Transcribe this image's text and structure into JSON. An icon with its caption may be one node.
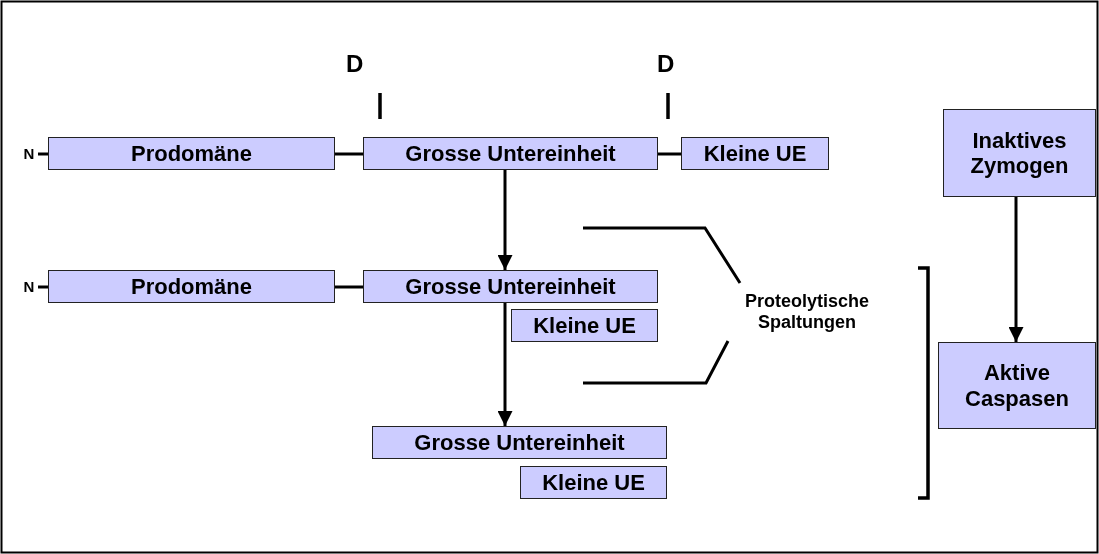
{
  "diagram": {
    "nodes": [
      {
        "text": [
          "N"
        ]
      },
      {
        "text": [
          "Prodomäne"
        ]
      },
      {
        "text": [
          "Grosse Untereinheit"
        ]
      },
      {
        "text": [
          "Kleine UE"
        ]
      },
      {
        "text": [
          "Inaktives Zymogen"
        ]
      },
      {
        "text": [
          "N"
        ]
      },
      {
        "text": [
          "Prodomäne"
        ]
      },
      {
        "text": [
          "Grosse Untereinheit"
        ]
      },
      {
        "text": [
          "Kleine UE"
        ]
      },
      {
        "text": [
          "Proteolytische Spaltungen"
        ]
      },
      {
        "text": [
          "Grosse Untereinheit"
        ]
      },
      {
        "text": [
          "Kleine UE"
        ]
      },
      {
        "text": [
          "Aktive Caspasen"
        ]
      }
    ],
    "edges": [
      {
        "from": 0,
        "to": 1,
        "arrow": "none"
      },
      {
        "from": 1,
        "to": 2,
        "arrow": "none"
      },
      {
        "from": 2,
        "to": 3,
        "arrow": "none"
      },
      {
        "from": 5,
        "to": 6,
        "arrow": "none"
      },
      {
        "from": 6,
        "to": 7,
        "arrow": "none"
      },
      {
        "from": 2,
        "to": 7,
        "arrow": "to"
      },
      {
        "from": 7,
        "to": 10,
        "arrow": "to"
      },
      {
        "from": 4,
        "to": 12,
        "arrow": "to"
      },
      {
        "from": 9,
        "to": null,
        "arrow": "none"
      },
      {
        "from": 9,
        "to": null,
        "arrow": "none"
      }
    ],
    "labels": [
      "D",
      "D"
    ]
  }
}
